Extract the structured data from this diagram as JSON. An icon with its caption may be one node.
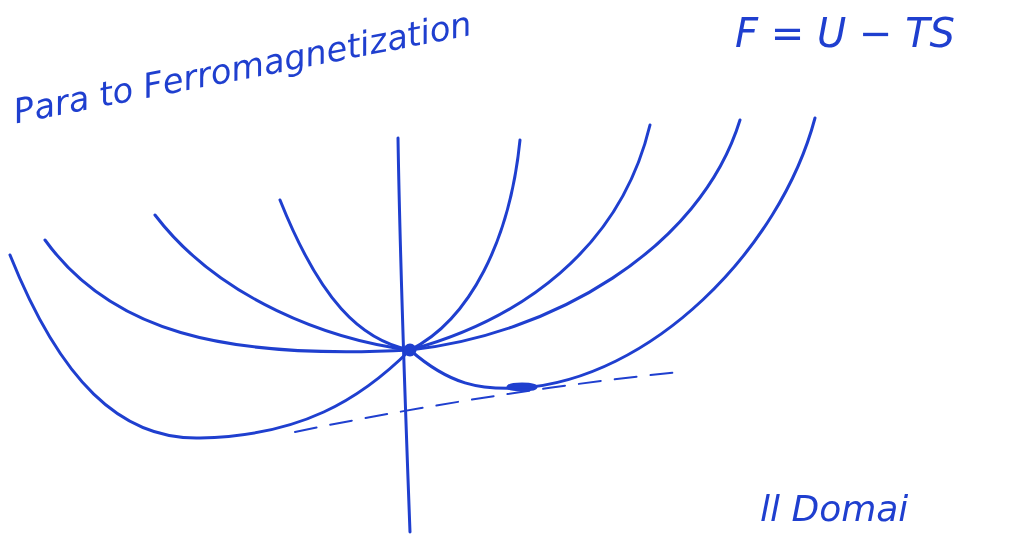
{
  "diagram": {
    "title": "Para to Ferromagnetization",
    "labels": [
      "F = U − TS",
      "ll Domai"
    ]
  }
}
